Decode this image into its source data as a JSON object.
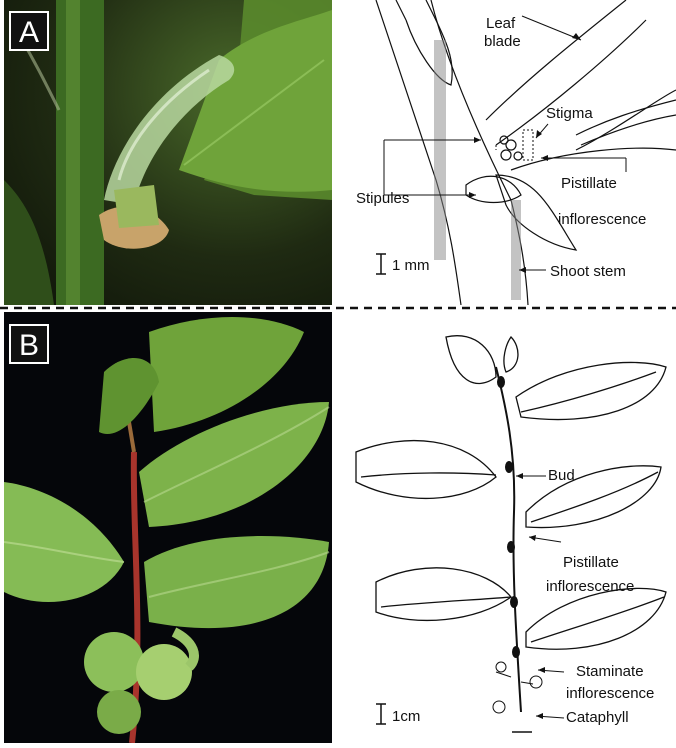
{
  "panels": {
    "a": {
      "label": "A",
      "annotations": {
        "leaf_blade_line1": "Leaf",
        "leaf_blade_line2": "blade",
        "stigma": "Stigma",
        "stipules": "Stipules",
        "pistillate_line1": "Pistillate",
        "pistillate_line2": "inflorescence",
        "scale": "1 mm",
        "shoot_stem": "Shoot stem"
      }
    },
    "b": {
      "label": "B",
      "annotations": {
        "bud": "Bud",
        "pistillate_line1": "Pistillate",
        "pistillate_line2": "inflorescence",
        "staminate_line1": "Staminate",
        "staminate_line2": "inflorescence",
        "scale": "1cm",
        "cataphyll": "Cataphyll"
      }
    }
  },
  "colors": {
    "photo_leaf": "#6fa33a",
    "photo_stem": "#a8342c",
    "photo_bg_a": "#1f2a12",
    "photo_bg_b": "#05060a",
    "line": "#111111"
  }
}
